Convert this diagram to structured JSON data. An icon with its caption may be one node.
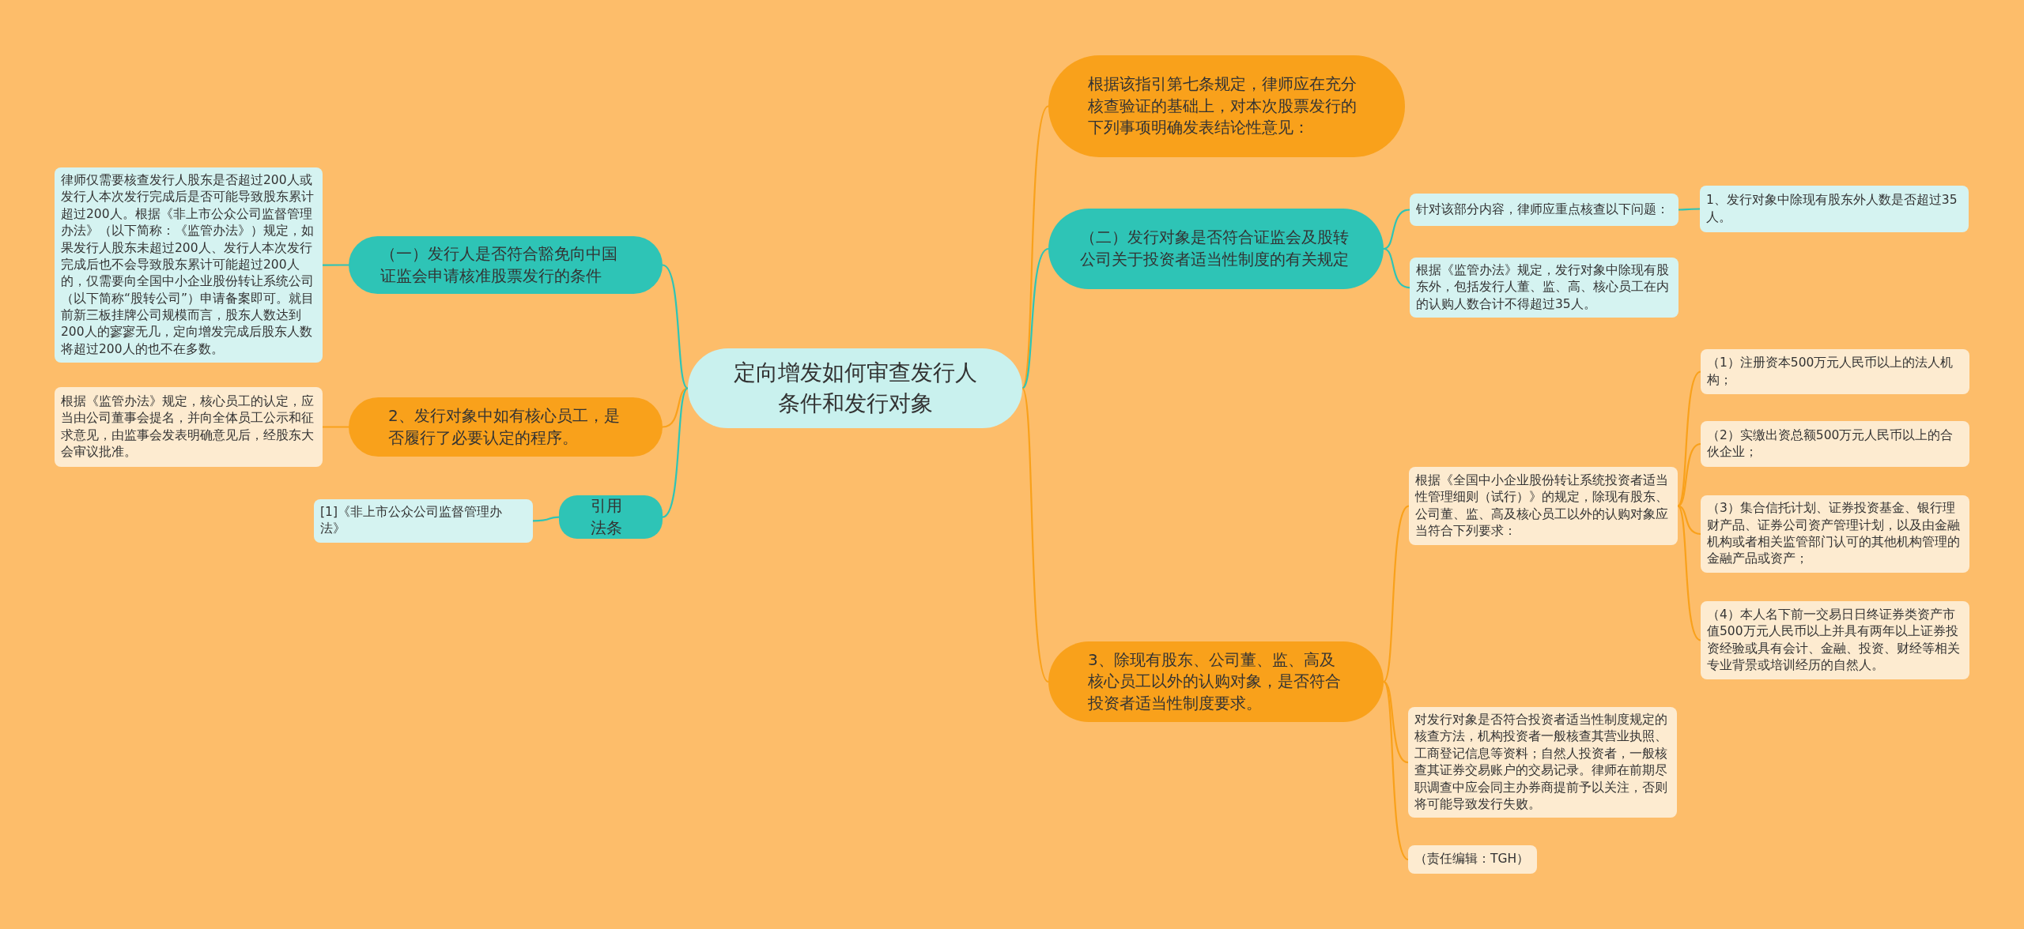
{
  "diagram": {
    "nodes": [
      {
        "text": [
          "定向增发如何审查发行人条件和发行对象"
        ]
      },
      {
        "text": [
          "（一）发行人是否符合豁免向中国证监会申请核准股票发行的条件"
        ]
      },
      {
        "text": [
          "律师仅需要核查发行人股东是否超过200人或发行人本次发行完成后是否可能导致股东累计超过200人。根据《非上市公众公司监督管理办法》（以下简称：《监管办法》）规定，如果发行人股东未超过200人、发行人本次发行完成后也不会导致股东累计可能超过200人的，仅需要向全国中小企业股份转让系统公司（以下简称“股转公司”）申请备案即可。就目前新三板挂牌公司规模而言，股东人数达到200人的寥寥无几，定向增发完成后股东人数将超过200人的也不在多数。"
        ]
      },
      {
        "text": [
          "2、发行对象中如有核心员工，是否履行了必要认定的程序。"
        ]
      },
      {
        "text": [
          "根据《监管办法》规定，核心员工的认定，应当由公司董事会提名，并向全体员工公示和征求意见，由监事会发表明确意见后，经股东大会审议批准。"
        ]
      },
      {
        "text": [
          "引用法条"
        ]
      },
      {
        "text": [
          "[1]《非上市公众公司监督管理办法》"
        ]
      },
      {
        "text": [
          "根据该指引第七条规定，律师应在充分核查验证的基础上，对本次股票发行的下列事项明确发表结论性意见："
        ]
      },
      {
        "text": [
          "（二）发行对象是否符合证监会及股转公司关于投资者适当性制度的有关规定"
        ]
      },
      {
        "text": [
          "针对该部分内容，律师应重点核查以下问题："
        ]
      },
      {
        "text": [
          "1、发行对象中除现有股东外人数是否超过35人。"
        ]
      },
      {
        "text": [
          "根据《监管办法》规定，发行对象中除现有股东外，包括发行人董、监、高、核心员工在内的认购人数合计不得超过35人。"
        ]
      },
      {
        "text": [
          "3、除现有股东、公司董、监、高及核心员工以外的认购对象，是否符合投资者适当性制度要求。"
        ]
      },
      {
        "text": [
          "根据《全国中小企业股份转让系统投资者适当性管理细则（试行）》的规定，除现有股东、公司董、监、高及核心员工以外的认购对象应当符合下列要求："
        ]
      },
      {
        "text": [
          "（1）注册资本500万元人民币以上的法人机构；"
        ]
      },
      {
        "text": [
          "（2）实缴出资总额500万元人民币以上的合伙企业；"
        ]
      },
      {
        "text": [
          "（3）集合信托计划、证券投资基金、银行理财产品、证券公司资产管理计划，以及由金融机构或者相关监管部门认可的其他机构管理的金融产品或资产；"
        ]
      },
      {
        "text": [
          "（4）本人名下前一交易日日终证券类资产市值500万元人民币以上并具有两年以上证券投资经验或具有会计、金融、投资、财经等相关专业背景或培训经历的自然人。"
        ]
      },
      {
        "text": [
          "对发行对象是否符合投资者适当性制度规定的核查方法，机构投资者一般核查其营业执照、工商登记信息等资料；自然人投资者，一般核查其证券交易账户的交易记录。律师在前期尽职调查中应会同主办券商提前予以关注，否则将可能导致发行失败。"
        ]
      },
      {
        "text": [
          "（责任编辑：TGH）"
        ]
      }
    ],
    "edges": [
      {
        "from": 0,
        "to": 1,
        "arrow": "none",
        "color": "#2ec4b6"
      },
      {
        "from": 1,
        "to": 2,
        "arrow": "none",
        "color": "#2ec4b6"
      },
      {
        "from": 0,
        "to": 3,
        "arrow": "none"
      },
      {
        "from": 3,
        "to": 4,
        "arrow": "none"
      },
      {
        "from": 0,
        "to": 5,
        "arrow": "none",
        "color": "#2ec4b6"
      },
      {
        "from": 5,
        "to": 6,
        "arrow": "none",
        "color": "#2ec4b6"
      },
      {
        "from": 0,
        "to": 7,
        "arrow": "none"
      },
      {
        "from": 0,
        "to": 8,
        "arrow": "none",
        "color": "#2ec4b6"
      },
      {
        "from": 8,
        "to": 9,
        "arrow": "none",
        "color": "#2ec4b6"
      },
      {
        "from": 9,
        "to": 10,
        "arrow": "none",
        "color": "#2ec4b6"
      },
      {
        "from": 8,
        "to": 11,
        "arrow": "none",
        "color": "#2ec4b6"
      },
      {
        "from": 0,
        "to": 12,
        "arrow": "none"
      },
      {
        "from": 12,
        "to": 13,
        "arrow": "none"
      },
      {
        "from": 13,
        "to": 14,
        "arrow": "none"
      },
      {
        "from": 13,
        "to": 15,
        "arrow": "none"
      },
      {
        "from": 13,
        "to": 16,
        "arrow": "none"
      },
      {
        "from": 13,
        "to": 17,
        "arrow": "none"
      },
      {
        "from": 12,
        "to": 18,
        "arrow": "none"
      },
      {
        "from": 12,
        "to": 19,
        "arrow": "none"
      }
    ]
  }
}
